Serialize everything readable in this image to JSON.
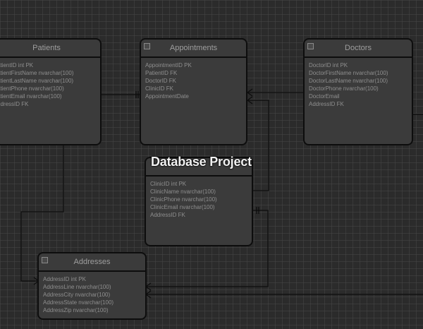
{
  "diagram": {
    "title": "Database Project",
    "entities": {
      "patients": {
        "name": "Patients",
        "fields": [
          "atientID int  PK",
          "atientFirstName nvarchar(100)",
          "atientLastName nvarchar(100)",
          "atientPhone nvarchar(100)",
          "atientEmail nvarchar(100)",
          "ddressID FK"
        ]
      },
      "appointments": {
        "name": "Appointments",
        "fields": [
          "AppointmentID PK",
          "PatientID FK",
          "DoctorID FK",
          "ClinicID FK",
          "AppointmentDate"
        ]
      },
      "doctors": {
        "name": "Doctors",
        "fields": [
          "DoctorID int  PK",
          "DoctorFirstName nvarchar(100)",
          "DoctorLastName nvarchar(100)",
          "DoctorPhone nvarchar(100)",
          "DoctorEmail",
          "AddressID FK"
        ]
      },
      "clinics": {
        "name": "",
        "fields": [
          "ClinicID int PK",
          "ClinicName nvarchar(100)",
          "ClinicPhone nvarchar(100)",
          "ClinicEmail nvarchar(100)",
          "AddressID FK"
        ]
      },
      "addresses": {
        "name": "Addresses",
        "fields": [
          "AddressID int PK",
          "AddressLine nvarchar(100)",
          "AddressCity nvarchar(100)",
          "AddressState nvarchar(100)",
          "AddressZip nvarchar(100)"
        ]
      }
    },
    "colors": {
      "background": "#2b2b2b",
      "entity_fill": "#3b3b3b",
      "entity_border": "#0d0d0d",
      "text": "#8f8f8f",
      "title": "#f2f2f2",
      "connector": "#0d0d0d"
    }
  }
}
